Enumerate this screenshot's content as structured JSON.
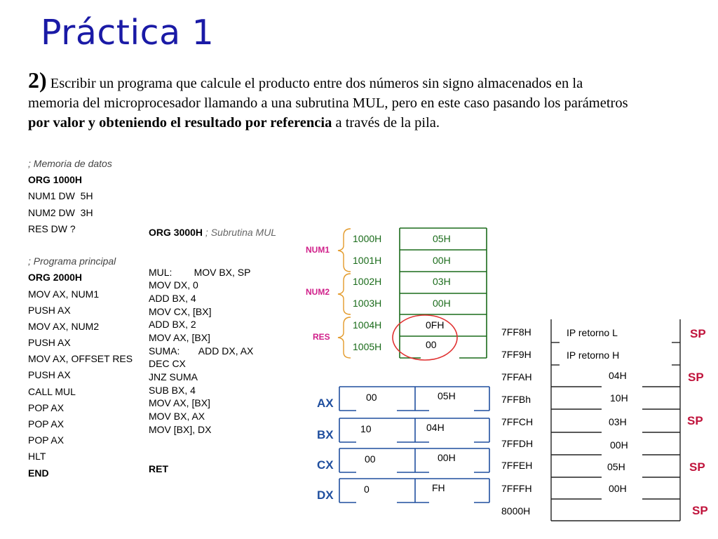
{
  "title": "Práctica 1",
  "statement": {
    "number": "2)",
    "line1": "Escribir un programa que calcule el producto entre dos números sin signo almacenados en la",
    "line2": "memoria del microprocesador llamando a una subrutina MUL, pero en este caso pasando los parámetros",
    "line3_bold": "por valor y obteniendo el resultado por referencia",
    "line3_rest": " a través de la pila."
  },
  "main_program": [
    {
      "text": "; Memoria de datos",
      "style": "cmt"
    },
    {
      "text": "ORG 1000H",
      "style": "b"
    },
    {
      "text": "NUM1 DW  5H",
      "style": ""
    },
    {
      "text": "NUM2 DW  3H",
      "style": ""
    },
    {
      "text": "RES DW ?",
      "style": ""
    },
    {
      "text": "",
      "style": ""
    },
    {
      "text": "; Programa principal",
      "style": "cmt"
    },
    {
      "text": "ORG 2000H",
      "style": "b"
    },
    {
      "text": "MOV AX, NUM1",
      "style": ""
    },
    {
      "text": "PUSH AX",
      "style": ""
    },
    {
      "text": "MOV AX, NUM2",
      "style": ""
    },
    {
      "text": "PUSH AX",
      "style": ""
    },
    {
      "text": "MOV AX, OFFSET RES",
      "style": ""
    },
    {
      "text": "PUSH AX",
      "style": ""
    },
    {
      "text": "CALL MUL",
      "style": ""
    },
    {
      "text": "POP AX",
      "style": ""
    },
    {
      "text": "POP AX",
      "style": ""
    },
    {
      "text": "POP AX",
      "style": ""
    },
    {
      "text": "HLT",
      "style": ""
    },
    {
      "text": "END",
      "style": "b"
    }
  ],
  "subroutine": {
    "org": "ORG 3000H",
    "comment": " ; Subrutina MUL",
    "lines": [
      "MUL:        MOV BX, SP",
      "MOV DX, 0",
      "ADD BX, 4",
      "MOV CX, [BX]",
      "ADD BX, 2",
      "MOV AX, [BX]",
      "SUMA:       ADD DX, AX",
      "DEC CX",
      "JNZ SUMA",
      "SUB BX, 4",
      "MOV AX, [BX]",
      "MOV BX, AX",
      "MOV [BX], DX"
    ],
    "ret": "RET"
  },
  "memory": {
    "rows": [
      {
        "addr": "1000H",
        "val": "05H"
      },
      {
        "addr": "1001H",
        "val": "00H"
      },
      {
        "addr": "1002H",
        "val": "03H"
      },
      {
        "addr": "1003H",
        "val": "00H"
      },
      {
        "addr": "1004H",
        "val": "0FH"
      },
      {
        "addr": "1005H",
        "val": "00"
      }
    ],
    "labels": [
      "NUM1",
      "NUM2",
      "RES"
    ],
    "colors": {
      "addr": "#1a6b1a",
      "label": "#d0208a",
      "circle": "#e03030"
    }
  },
  "registers": [
    {
      "name": "AX",
      "high": "00",
      "low": "05H"
    },
    {
      "name": "BX",
      "high": "10",
      "low": "04H"
    },
    {
      "name": "CX",
      "high": "00",
      "low": "00H"
    },
    {
      "name": "DX",
      "high": "0",
      "low": "FH"
    }
  ],
  "stack": {
    "addresses": [
      "7FF8H",
      "7FF9H",
      "7FFAH",
      "7FFBh",
      "7FFCH",
      "7FFDH",
      "7FFEH",
      "7FFFH",
      "8000H"
    ],
    "values": [
      "IP  retorno L",
      "IP  retorno H",
      "04H",
      "10H",
      "03H",
      "00H",
      "05H",
      "00H",
      ""
    ],
    "sp_label": "SP",
    "sp_color": "#c0143c"
  }
}
